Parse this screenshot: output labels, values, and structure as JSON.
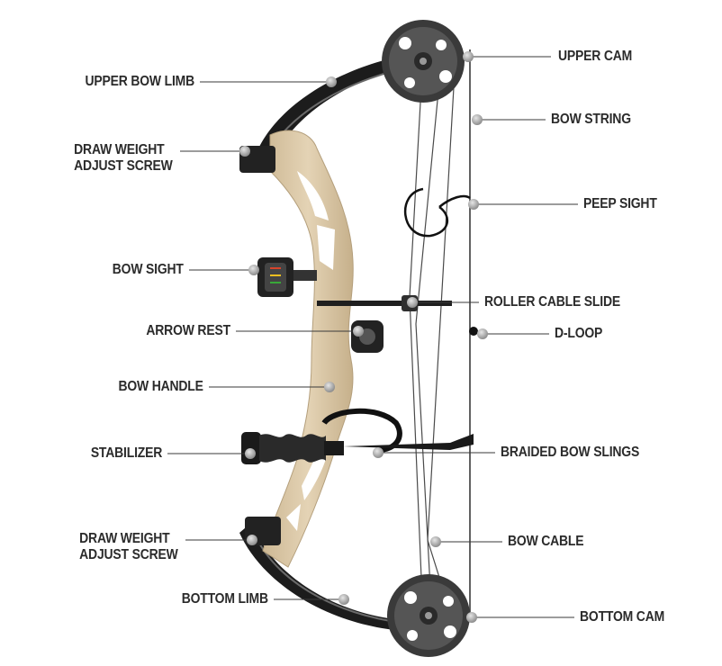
{
  "labels": {
    "upper_bow_limb": "UPPER BOW LIMB",
    "draw_weight_top_1": "DRAW WEIGHT",
    "draw_weight_top_2": "ADJUST SCREW",
    "bow_sight": "BOW SIGHT",
    "arrow_rest": "ARROW REST",
    "bow_handle": "BOW HANDLE",
    "stabilizer": "STABILIZER",
    "draw_weight_bottom_1": "DRAW WEIGHT",
    "draw_weight_bottom_2": "ADJUST SCREW",
    "bottom_limb": "BOTTOM LIMB",
    "upper_cam": "UPPER CAM",
    "bow_string": "BOW STRING",
    "peep_sight": "PEEP SIGHT",
    "roller_cable_slide": "ROLLER CABLE SLIDE",
    "d_loop": "D-LOOP",
    "braided_bow_slings": "BRAIDED BOW SLINGS",
    "bow_cable": "BOW CABLE",
    "bottom_cam": "BOTTOM CAM"
  },
  "colors": {
    "riser": "#d8c4a2",
    "riser_shadow": "#bfa883",
    "metal_dark": "#2a2a2a",
    "label_text": "#2b2b2b",
    "leader_line": "#3a3a3a",
    "marker": "#9a9a9a"
  }
}
